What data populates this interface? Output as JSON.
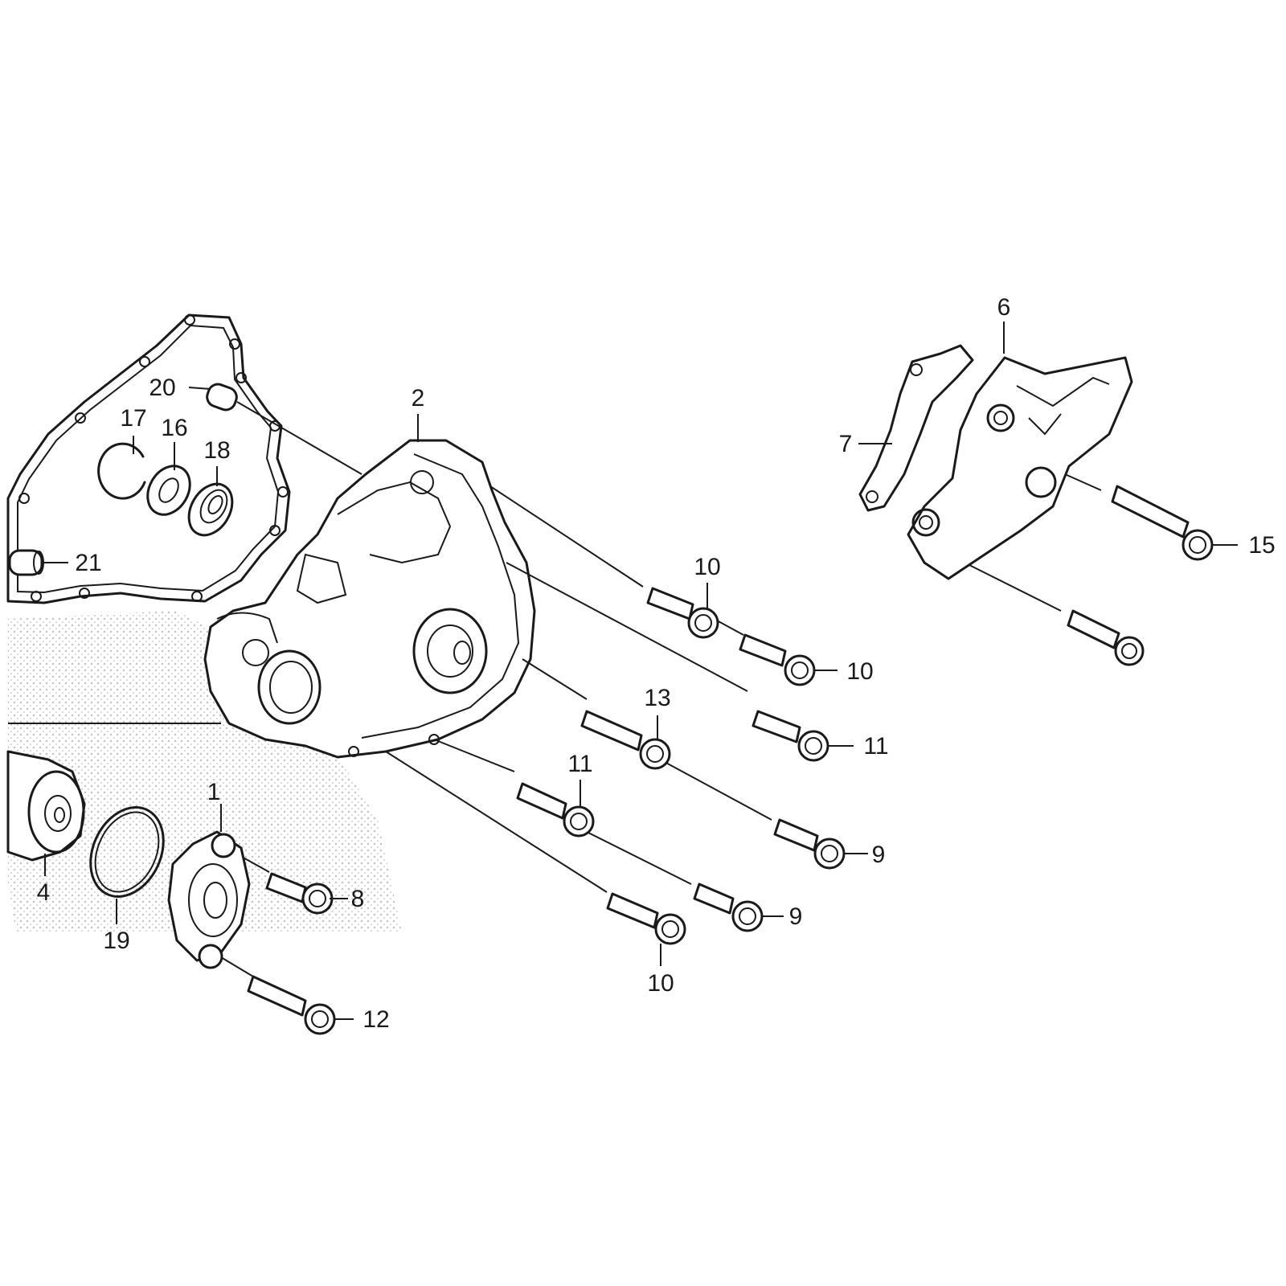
{
  "colors": {
    "line": "#1a1a1a",
    "background": "#ffffff",
    "stipple": "#c8c8c8"
  },
  "callouts": [
    {
      "id": "c1",
      "label": "1"
    },
    {
      "id": "c2",
      "label": "2"
    },
    {
      "id": "c4",
      "label": "4"
    },
    {
      "id": "c6",
      "label": "6"
    },
    {
      "id": "c7",
      "label": "7"
    },
    {
      "id": "c8",
      "label": "8"
    },
    {
      "id": "c9a",
      "label": "9"
    },
    {
      "id": "c9b",
      "label": "9"
    },
    {
      "id": "c10a",
      "label": "10"
    },
    {
      "id": "c10b",
      "label": "10"
    },
    {
      "id": "c10c",
      "label": "10"
    },
    {
      "id": "c11a",
      "label": "11"
    },
    {
      "id": "c11b",
      "label": "11"
    },
    {
      "id": "c12",
      "label": "12"
    },
    {
      "id": "c13",
      "label": "13"
    },
    {
      "id": "c15",
      "label": "15"
    },
    {
      "id": "c16",
      "label": "16"
    },
    {
      "id": "c17",
      "label": "17"
    },
    {
      "id": "c18",
      "label": "18"
    },
    {
      "id": "c19",
      "label": "19"
    },
    {
      "id": "c20",
      "label": "20"
    },
    {
      "id": "c21",
      "label": "21"
    }
  ]
}
